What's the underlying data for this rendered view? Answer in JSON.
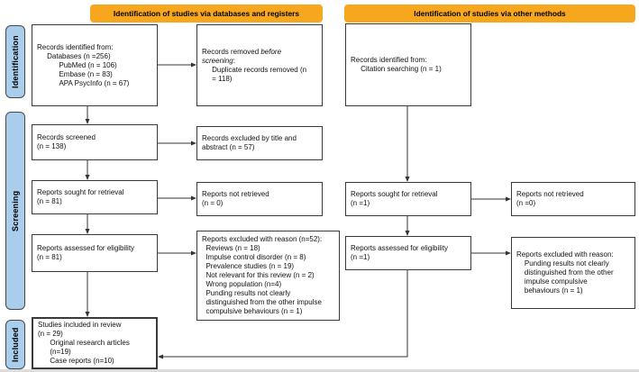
{
  "colors": {
    "banner_bg": "#F7A71E",
    "stage_bg": "#A9CDEB",
    "stage_border": "#44484C",
    "box_border": "#3A3A3A",
    "arrow": "#333333",
    "text": "#111111"
  },
  "banners": {
    "databases": "Identification of studies via databases and registers",
    "other": "Identification of studies via other methods"
  },
  "stages": {
    "identification": "Identification",
    "screening": "Screening",
    "included": "Included"
  },
  "boxes": {
    "records_identified_db": {
      "lines": [
        "Records identified from:",
        "     Databases (n =256)",
        "           PubMed (n = 106)",
        "           Embase (n = 83)",
        "           APA PsycInfo (n = 67)"
      ]
    },
    "records_removed": {
      "line1_normal": "Records removed ",
      "line1_italic": "before",
      "line2_italic": "screening",
      "line2_normal": ":",
      "rest": [
        "     Duplicate records removed (n",
        "     = 118)"
      ]
    },
    "records_screened": {
      "lines": [
        "Records screened",
        "(n = 138)"
      ]
    },
    "records_excluded": {
      "lines": [
        "Records excluded by title and",
        "abstract (n = 57)"
      ]
    },
    "reports_sought_db": {
      "lines": [
        "Reports sought for retrieval",
        "(n = 81)"
      ]
    },
    "reports_not_retrieved_db": {
      "lines": [
        "Reports not retrieved",
        "(n = 0)"
      ]
    },
    "reports_assessed_db": {
      "lines": [
        "Reports assessed for eligibility",
        "(n = 81)"
      ]
    },
    "reports_excluded_db": {
      "lines": [
        "Reports excluded with reason (n=52):",
        "  Reviews (n = 18)",
        "  Impulse control disorder (n = 8)",
        "  Prevalence studies (n = 19)",
        "  Not relevant for this review (n = 2)",
        "  Wrong population (n=4)",
        "  Punding results not clearly",
        "  distinguished from the other impulse",
        "  compulsive behaviours (n = 1)"
      ]
    },
    "studies_included": {
      "lines": [
        "Studies included in review",
        "(n = 29)",
        "      Original research articles",
        "      (n=19)",
        "      Case reports (n=10)"
      ]
    },
    "records_identified_other": {
      "lines": [
        "Records identified from:",
        "     Citation searching (n = 1)"
      ]
    },
    "reports_sought_other": {
      "lines": [
        "Reports sought for retrieval",
        "(n =1)"
      ]
    },
    "reports_assessed_other": {
      "lines": [
        "Reports assessed for eligibility",
        "(n =1)"
      ]
    },
    "reports_not_retrieved_other": {
      "lines": [
        "Reports not retrieved",
        "(n =0)"
      ]
    },
    "reports_excluded_other": {
      "lines": [
        "Reports excluded with reason:",
        "    Punding results not clearly",
        "    distinguished from the other",
        "    impulse compulsive",
        "    behaviours (n = 1)"
      ]
    }
  }
}
